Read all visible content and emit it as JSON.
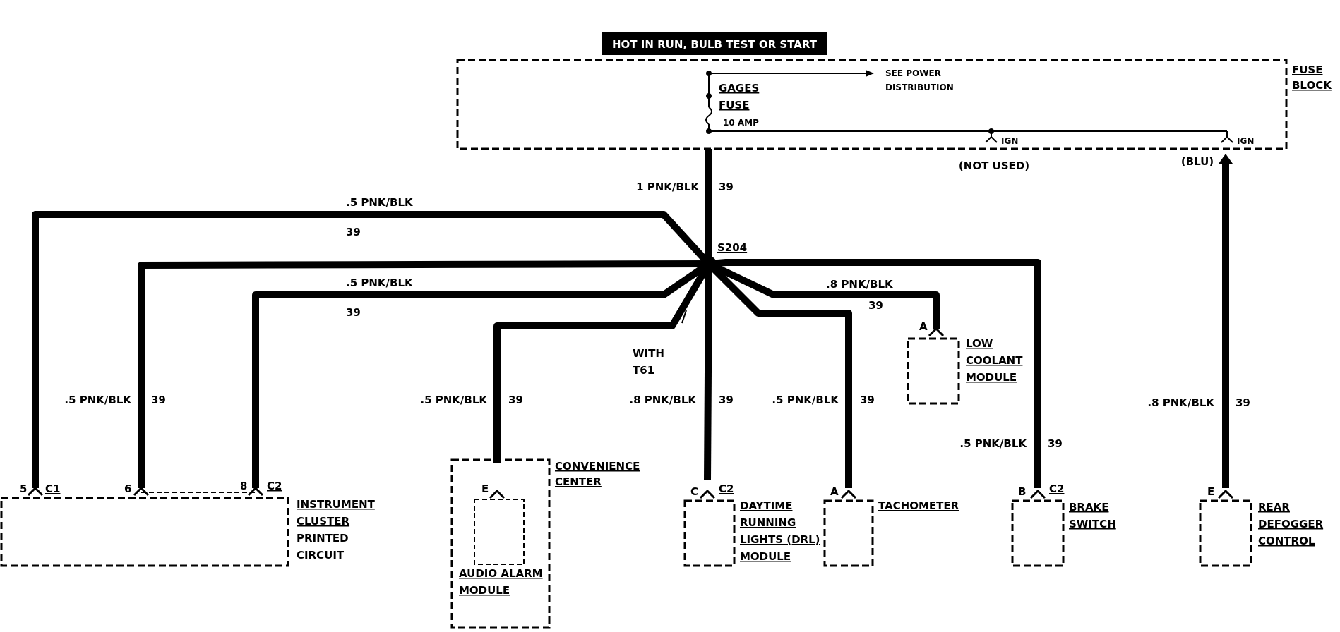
{
  "banner": "HOT IN RUN, BULB TEST OR START",
  "fuse_block": {
    "name_line1": "FUSE",
    "name_line2": "BLOCK",
    "see_power_line1": "SEE POWER",
    "see_power_line2": "DISTRIBUTION",
    "fuse_name_line1": "GAGES",
    "fuse_name_line2": "FUSE",
    "fuse_rating": "10 AMP",
    "ign1": "IGN",
    "ign2": "IGN",
    "not_used": "(NOT USED)",
    "blu": "(BLU)"
  },
  "splice": "S204",
  "main_wire": {
    "gauge": "1 PNK/BLK",
    "circuit": "39"
  },
  "with_option": {
    "line1": "WITH",
    "line2": "T61"
  },
  "wires": {
    "w_c1_top_gauge": ".5 PNK/BLK",
    "w_c1_top_circuit": "39",
    "w_c2_top_gauge": ".5 PNK/BLK",
    "w_c2_top_circuit": "39",
    "w_c2_mid_gauge": ".5 PNK/BLK",
    "w_c2_mid_circuit": "39",
    "w_audio_gauge": ".5 PNK/BLK",
    "w_audio_circuit": "39",
    "w_drl_gauge": ".8 PNK/BLK",
    "w_drl_circuit": "39",
    "w_tach_gauge": ".5 PNK/BLK",
    "w_tach_circuit": "39",
    "w_coolant_gauge": ".8 PNK/BLK",
    "w_coolant_circuit": "39",
    "w_brake_gauge": ".5 PNK/BLK",
    "w_brake_circuit": "39",
    "w_defog_gauge": ".8 PNK/BLK",
    "w_defog_circuit": "39"
  },
  "connectors": {
    "ic_pin_5": "5",
    "ic_c1": "C1",
    "ic_pin_6": "6",
    "ic_pin_8": "8",
    "ic_c2": "C2",
    "audio_pin": "E",
    "drl_pin": "C",
    "drl_conn": "C2",
    "tach_pin": "A",
    "coolant_pin": "A",
    "brake_pin": "B",
    "brake_conn": "C2",
    "defog_pin": "E"
  },
  "components": {
    "instrument_cluster": [
      "INSTRUMENT",
      "CLUSTER",
      "PRINTED",
      "CIRCUIT"
    ],
    "convenience_center": [
      "CONVENIENCE",
      "CENTER"
    ],
    "audio_alarm": [
      "AUDIO ALARM",
      "MODULE"
    ],
    "drl": [
      "DAYTIME",
      "RUNNING",
      "LIGHTS (DRL)",
      "MODULE"
    ],
    "tachometer": [
      "TACHOMETER"
    ],
    "low_coolant": [
      "LOW",
      "COOLANT",
      "MODULE"
    ],
    "brake_switch": [
      "BRAKE",
      "SWITCH"
    ],
    "rear_defogger": [
      "REAR",
      "DEFOGGER",
      "CONTROL"
    ]
  }
}
